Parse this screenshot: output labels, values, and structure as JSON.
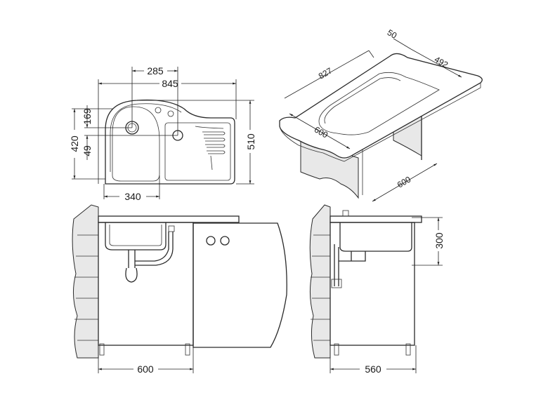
{
  "plan_view": {
    "dim_bowl_to_drain": "285",
    "dim_overall_width": "845",
    "dim_overall_depth": "510",
    "dim_bowl_depth": "420",
    "dim_drain_offset_top": "169",
    "dim_drain_offset": "49",
    "dim_bowl_width": "340"
  },
  "iso_view": {
    "dim_cutout_length": "827",
    "dim_edge": "50",
    "dim_cutout_depth": "492",
    "dim_counter_depth": "600",
    "dim_cabinet_depth": "600"
  },
  "front_elevation": {
    "dim_cabinet_width": "600"
  },
  "side_elevation": {
    "dim_cabinet_width": "560",
    "dim_bowl_depth": "300"
  }
}
